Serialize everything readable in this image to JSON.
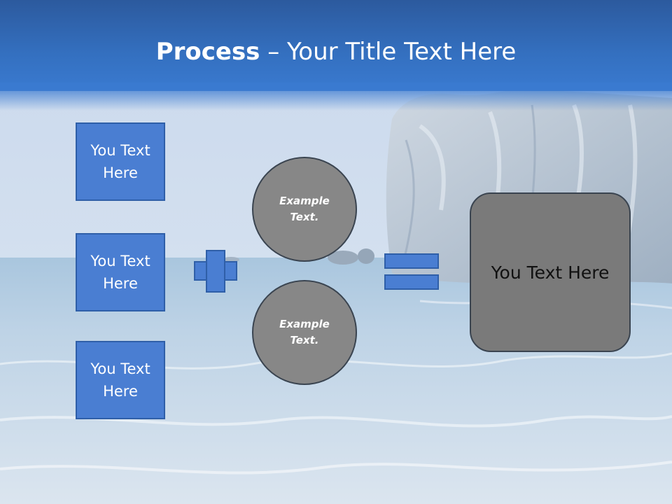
{
  "slide": {
    "title_bold": "Process",
    "title_rest": " – Your Title Text Here"
  },
  "inputs": [
    {
      "label": "You Text Here"
    },
    {
      "label": "You Text Here"
    },
    {
      "label": "You Text Here"
    }
  ],
  "circles": [
    {
      "label": "Example Text."
    },
    {
      "label": "Example Text."
    }
  ],
  "result": {
    "label": "You Text Here"
  },
  "colors": {
    "header_blue": "#3470c0",
    "box_blue": "#4a7ed2",
    "circle_gray": "#878787",
    "result_gray": "#7a7a7a"
  }
}
